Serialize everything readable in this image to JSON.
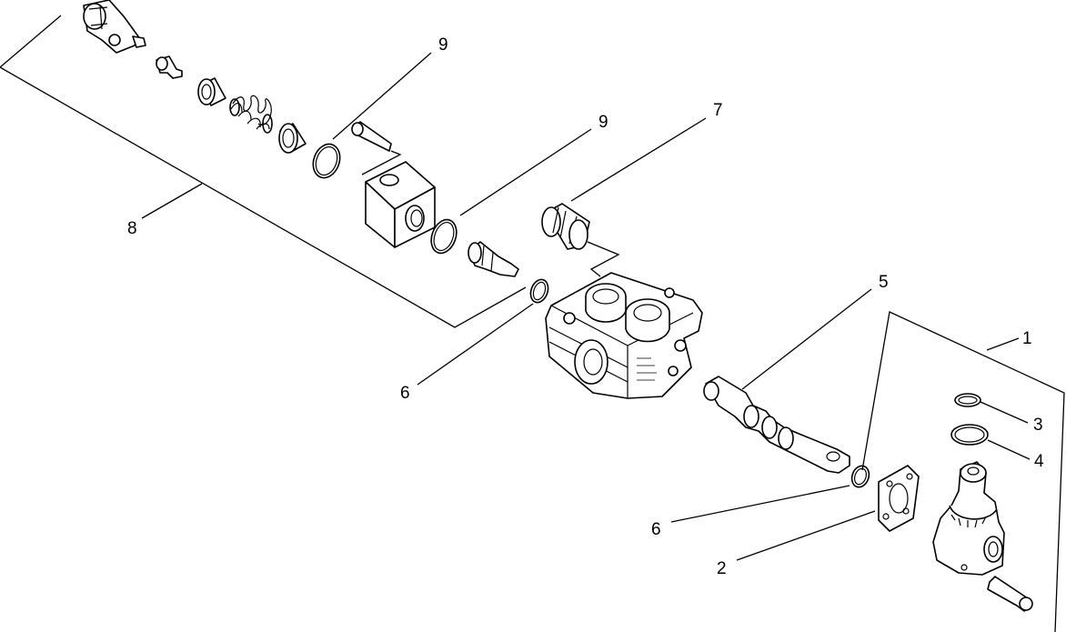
{
  "callouts": [
    {
      "id": "c8",
      "label": "8"
    },
    {
      "id": "c9a",
      "label": "9"
    },
    {
      "id": "c9b",
      "label": "9"
    },
    {
      "id": "c7",
      "label": "7"
    },
    {
      "id": "c5",
      "label": "5"
    },
    {
      "id": "c6a",
      "label": "6"
    },
    {
      "id": "c6b",
      "label": "6"
    },
    {
      "id": "c1",
      "label": "1"
    },
    {
      "id": "c3",
      "label": "3"
    },
    {
      "id": "c4",
      "label": "4"
    },
    {
      "id": "c2",
      "label": "2"
    }
  ]
}
